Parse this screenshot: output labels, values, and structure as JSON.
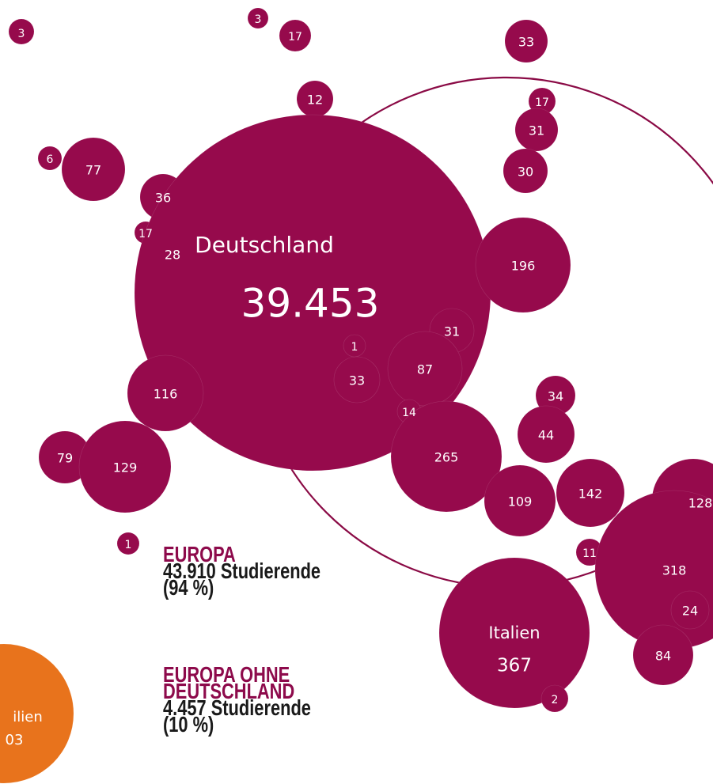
{
  "chart_data": {
    "type": "bubble",
    "colors": {
      "bubble": "#960a4c",
      "outline": "#8a0a45",
      "other_region": "#e8731c"
    },
    "bubbles": [
      {
        "label": "",
        "value": "3"
      },
      {
        "label": "",
        "value": "3"
      },
      {
        "label": "",
        "value": "17"
      },
      {
        "label": "",
        "value": "33"
      },
      {
        "label": "",
        "value": "12"
      },
      {
        "label": "",
        "value": "17"
      },
      {
        "label": "",
        "value": "31"
      },
      {
        "label": "",
        "value": "30"
      },
      {
        "label": "",
        "value": "6"
      },
      {
        "label": "",
        "value": "77"
      },
      {
        "label": "",
        "value": "36"
      },
      {
        "label": "",
        "value": "17"
      },
      {
        "label": "",
        "value": "28"
      },
      {
        "label": "Deutschland",
        "value": "39.453"
      },
      {
        "label": "",
        "value": "196"
      },
      {
        "label": "",
        "value": "31"
      },
      {
        "label": "",
        "value": "1"
      },
      {
        "label": "",
        "value": "33"
      },
      {
        "label": "",
        "value": "87"
      },
      {
        "label": "",
        "value": "14"
      },
      {
        "label": "",
        "value": "116"
      },
      {
        "label": "",
        "value": "34"
      },
      {
        "label": "",
        "value": "44"
      },
      {
        "label": "",
        "value": "265"
      },
      {
        "label": "",
        "value": "79"
      },
      {
        "label": "",
        "value": "129"
      },
      {
        "label": "",
        "value": "109"
      },
      {
        "label": "",
        "value": "142"
      },
      {
        "label": "",
        "value": "128"
      },
      {
        "label": "",
        "value": "11"
      },
      {
        "label": "",
        "value": "318"
      },
      {
        "label": "",
        "value": "1"
      },
      {
        "label": "Italien",
        "value": "367"
      },
      {
        "label": "",
        "value": "24"
      },
      {
        "label": "",
        "value": "84"
      },
      {
        "label": "",
        "value": "2"
      },
      {
        "label": "ilien",
        "value": "03"
      }
    ]
  },
  "legend": {
    "europa_title": "EUROPA",
    "europa_line1": "43.910 Studierende",
    "europa_line2": "(94 %)",
    "ohne_title_1": "EUROPA OHNE",
    "ohne_title_2": "DEUTSCHLAND",
    "ohne_line1": "4.457 Studierende",
    "ohne_line2": "(10 %)"
  }
}
